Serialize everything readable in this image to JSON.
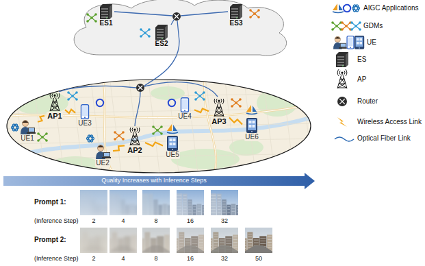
{
  "diagram": {
    "nodes": [
      {
        "text": [
          "ES1"
        ]
      },
      {
        "text": [
          "ES2"
        ]
      },
      {
        "text": [
          "ES3"
        ]
      },
      {
        "text": [
          "AP1"
        ]
      },
      {
        "text": [
          "AP2"
        ]
      },
      {
        "text": [
          "AP3"
        ]
      },
      {
        "text": [
          "UE1"
        ]
      },
      {
        "text": [
          "UE2"
        ]
      },
      {
        "text": [
          "UE3"
        ]
      },
      {
        "text": [
          "UE4"
        ]
      },
      {
        "text": [
          "UE5"
        ]
      },
      {
        "text": [
          "UE6"
        ]
      }
    ],
    "edges": [
      {
        "from": 3,
        "to": 6,
        "arrow": "none"
      },
      {
        "from": 3,
        "to": 8,
        "arrow": "none"
      },
      {
        "from": 4,
        "to": 7,
        "arrow": "none"
      },
      {
        "from": 4,
        "to": 10,
        "arrow": "none"
      },
      {
        "from": 5,
        "to": 9,
        "arrow": "none"
      },
      {
        "from": 5,
        "to": 11,
        "arrow": "none"
      }
    ],
    "labels": [
      "Quality Increases with Inference Steps",
      "Prompt 1:",
      "(Inference Step)",
      "2",
      "4",
      "8",
      "16",
      "32",
      "Prompt 2:",
      "(Inference Step)",
      "2",
      "4",
      "8",
      "16",
      "32",
      "50"
    ],
    "legend": [
      {
        "text": "AIGC Applications"
      },
      {
        "text": "GDMs"
      },
      {
        "text": "UE"
      },
      {
        "text": "ES"
      },
      {
        "text": "AP"
      },
      {
        "text": "Router"
      },
      {
        "text": "Wireless Access Link"
      },
      {
        "text": "Optical Fiber Link"
      }
    ]
  }
}
